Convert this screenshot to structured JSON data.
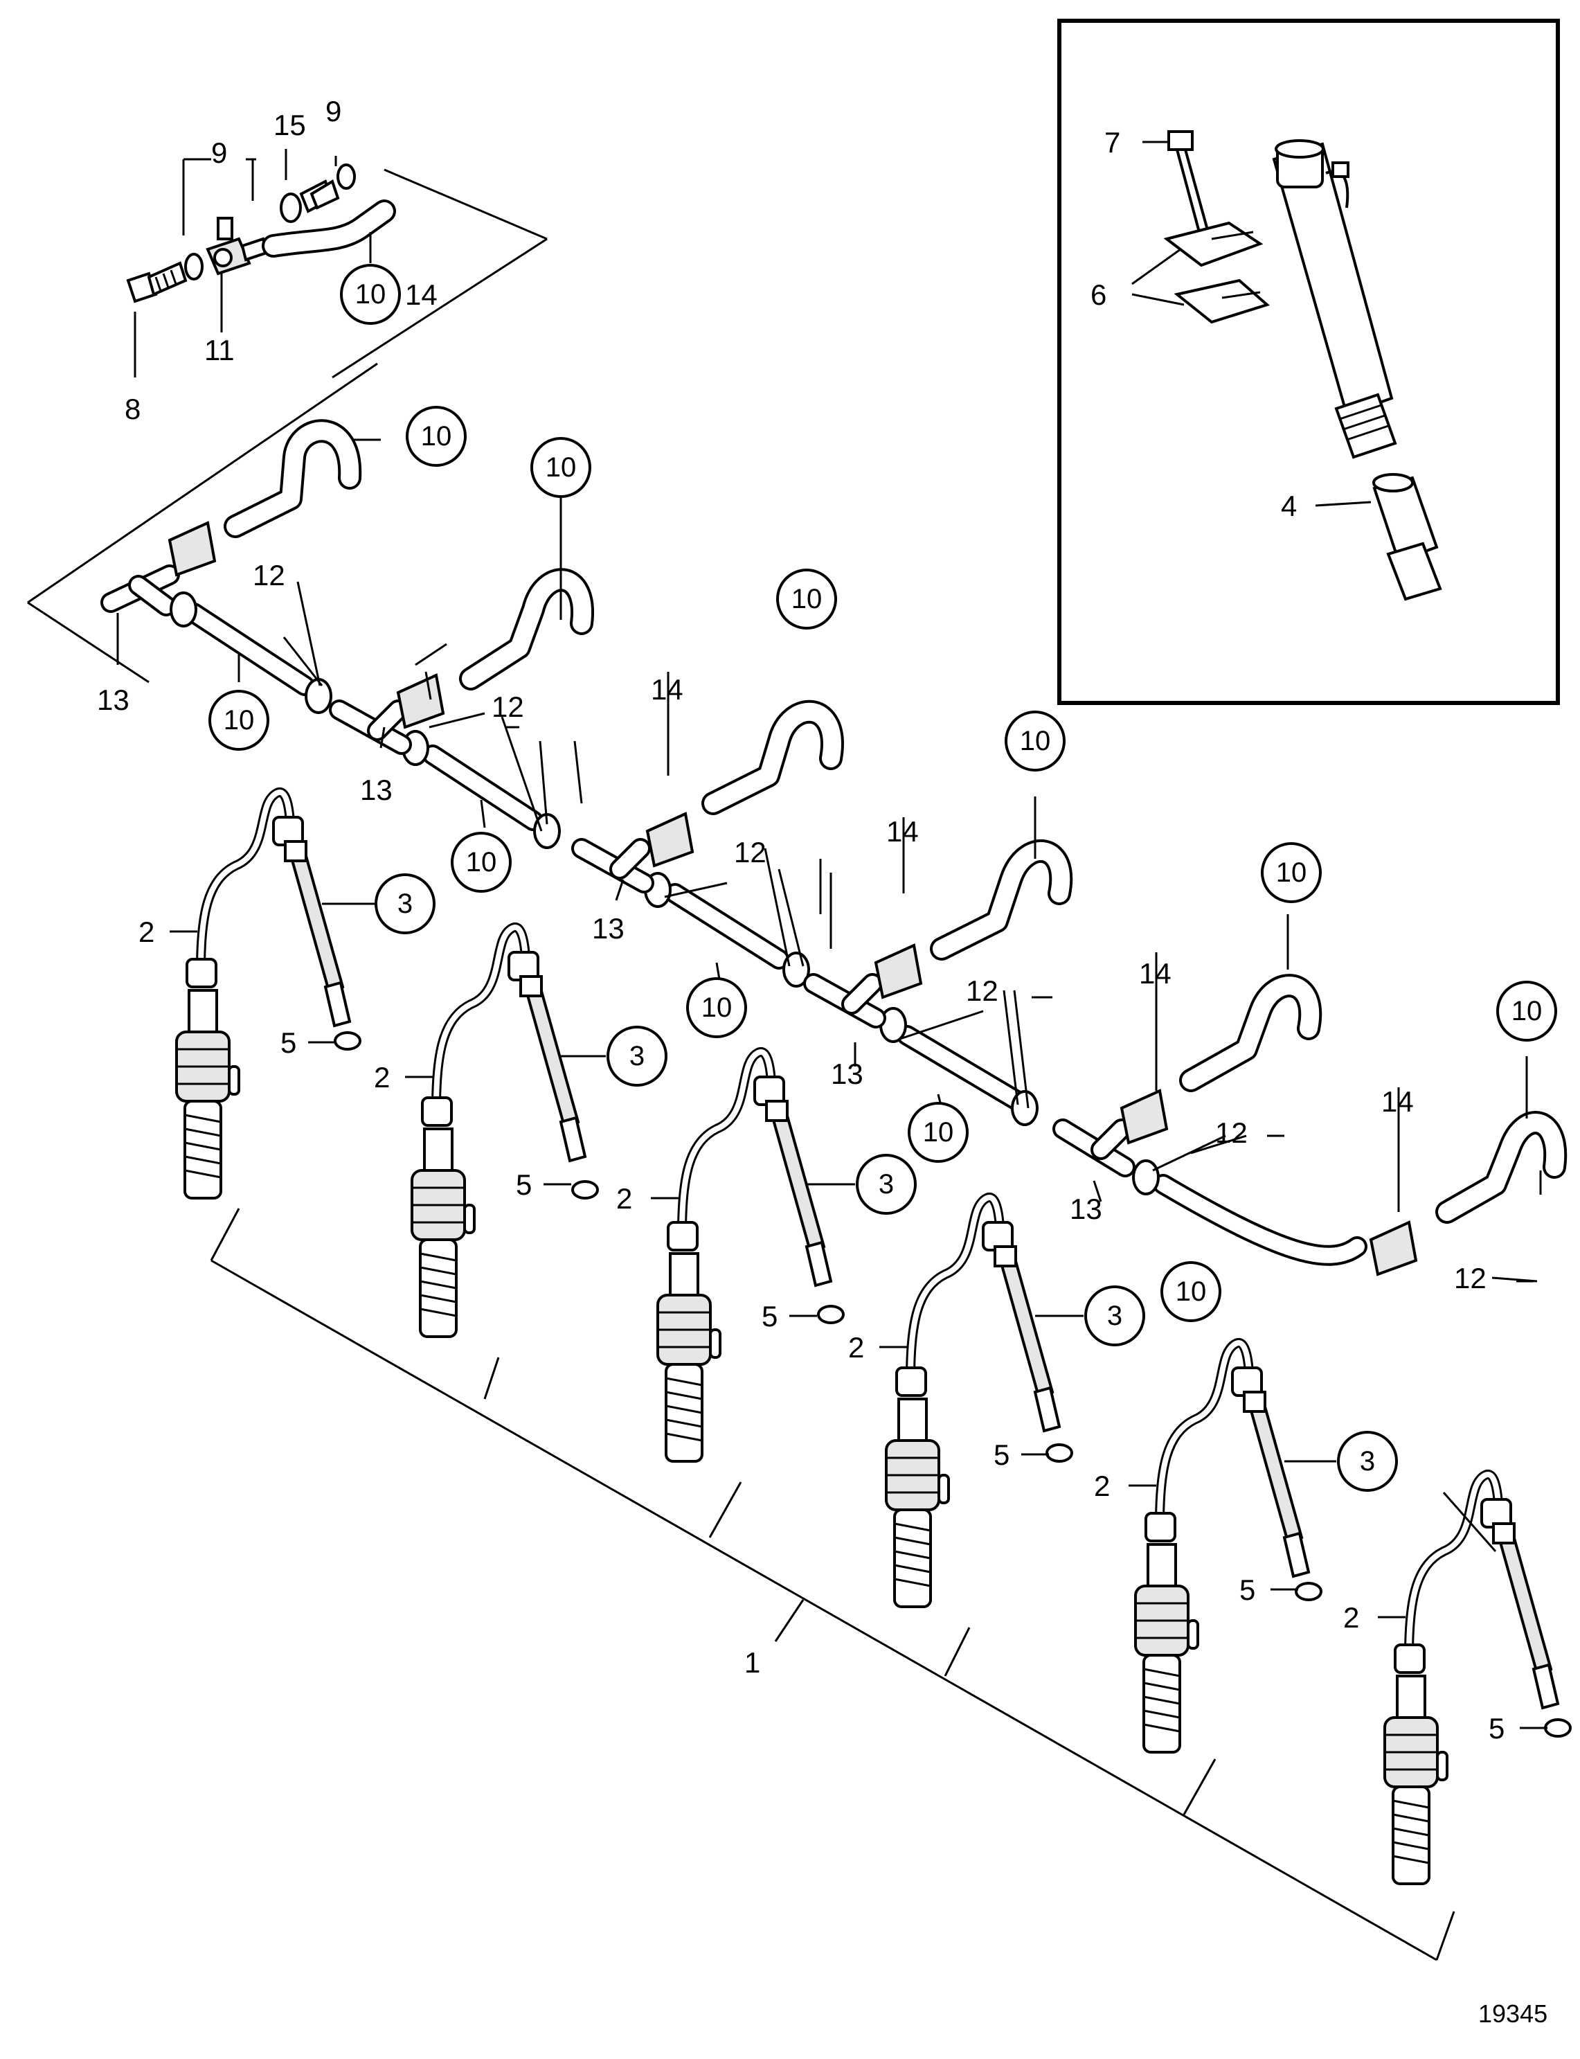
{
  "diagram": {
    "reference_number": "19345",
    "plain_labels": [
      "1",
      "2",
      "4",
      "5",
      "6",
      "7",
      "8",
      "9",
      "11",
      "12",
      "13",
      "14",
      "15"
    ],
    "circled_labels": [
      "3",
      "10"
    ]
  }
}
